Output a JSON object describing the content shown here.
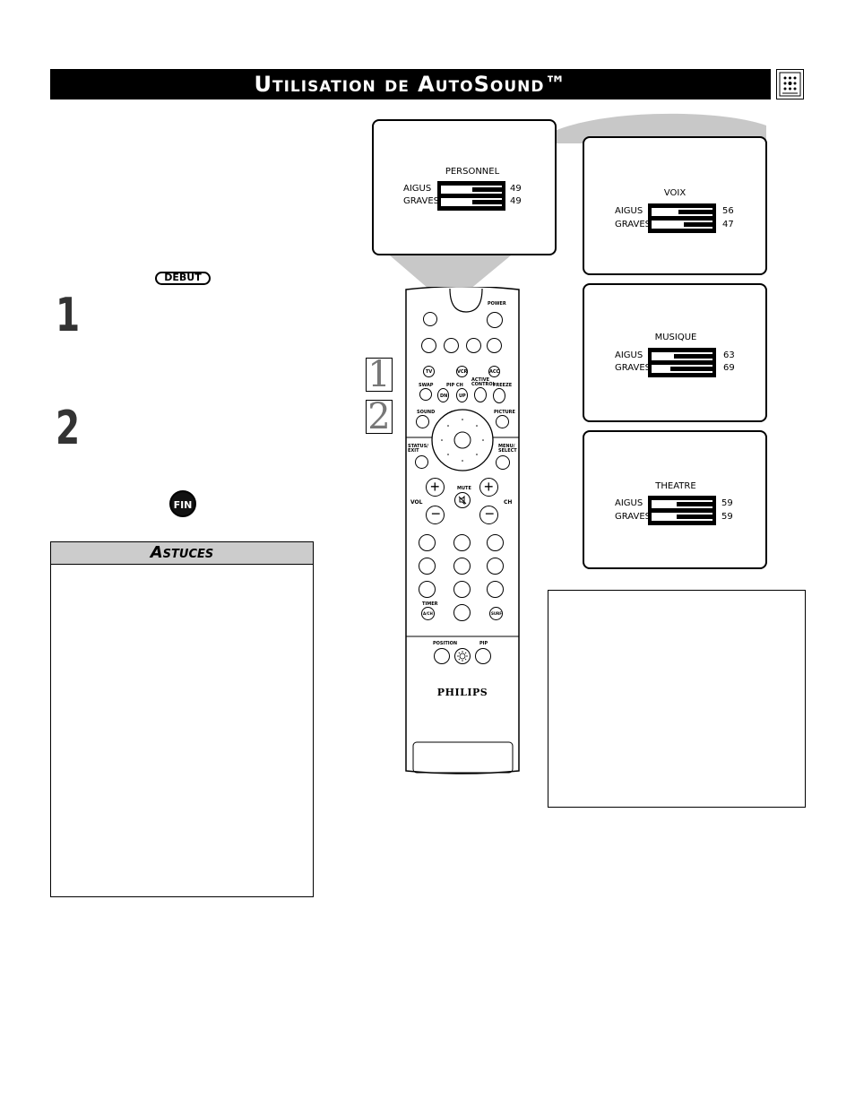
{
  "header": {
    "title": "Utilisation de AutoSound™"
  },
  "badges": {
    "start": "DEBUT",
    "end": "FIN"
  },
  "steps": [
    {
      "number": "1"
    },
    {
      "number": "2"
    }
  ],
  "tips": {
    "title": "Astuces"
  },
  "screens": [
    {
      "title": "PERSONNEL",
      "treble_label": "AIGUS",
      "bass_label": "GRAVES",
      "treble": 49,
      "bass": 49
    },
    {
      "title": "VOIX",
      "treble_label": "AIGUS",
      "bass_label": "GRAVES",
      "treble": 56,
      "bass": 47
    },
    {
      "title": "MUSIQUE",
      "treble_label": "AIGUS",
      "bass_label": "GRAVES",
      "treble": 63,
      "bass": 69
    },
    {
      "title": "THEATRE",
      "treble_label": "AIGUS",
      "bass_label": "GRAVES",
      "treble": 59,
      "bass": 59
    }
  ],
  "remote": {
    "brand": "PHILIPS",
    "labels": {
      "power": "POWER",
      "tv": "TV",
      "vcr": "VCR",
      "acc": "ACC",
      "swap": "SWAP",
      "pip_ch": "PIP CH",
      "dn": "DN",
      "up": "UP",
      "active_control": "ACTIVE CONTROL",
      "freeze": "FREEZE",
      "sound": "SOUND",
      "picture": "PICTURE",
      "status_exit": "STATUS/ EXIT",
      "menu_select": "MENU/ SELECT",
      "vol": "VOL",
      "ch": "CH",
      "mute": "MUTE",
      "timer": "TIMER",
      "av": "A/CH",
      "surf": "SURF",
      "position": "POSITION",
      "pip": "PIP"
    }
  },
  "callouts": [
    "1",
    "2"
  ]
}
